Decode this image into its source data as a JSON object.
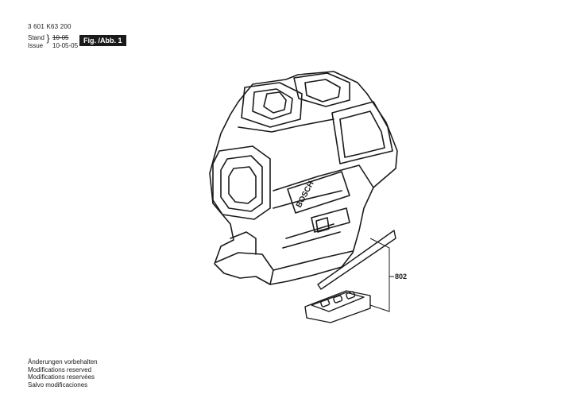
{
  "header": {
    "part_number": "3 601 K63 200",
    "stand_label": "Stand",
    "stand_value": "10-05",
    "issue_label": "Issue",
    "issue_value": "10-05-05",
    "figure_label": "Fig. /Abb. 1"
  },
  "drawing": {
    "brand": "BOSCH",
    "callouts": [
      {
        "label": "802"
      }
    ]
  },
  "footer": {
    "notes": [
      "Änderungen vorbehalten",
      "Modifications reserved",
      "Modifications reservées",
      "Salvo modificaciones"
    ]
  }
}
